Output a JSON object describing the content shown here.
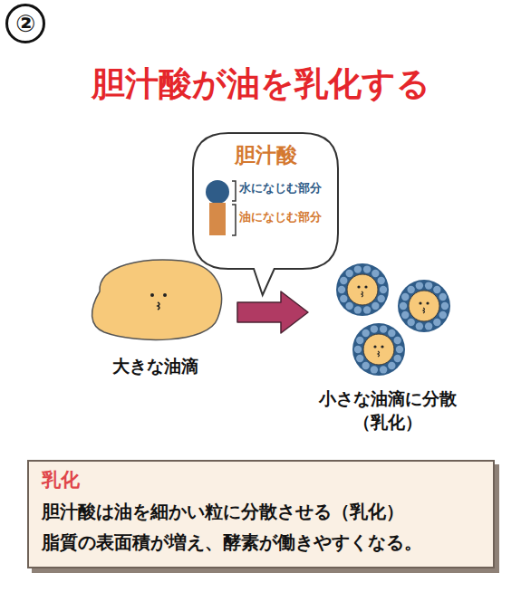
{
  "diagram": {
    "title": "胆汁酸が油を乳化する",
    "nodes": [
      {
        "text": [
          "胆汁酸",
          "水になじむ部分",
          "油になじむ部分"
        ]
      },
      {
        "text": [
          "大きな油滴"
        ]
      },
      {
        "text": [
          "小さな油滴に分散 （乳化）"
        ]
      },
      {
        "text": [
          "乳化",
          "胆汁酸は油を細かい粒に分散させる（乳化） 脂質の表面積が増え、酵素が働きやすくなる。"
        ]
      }
    ],
    "edges": [
      {
        "from": 1,
        "to": 2,
        "arrow": "to"
      }
    ],
    "labels": [
      "②"
    ]
  }
}
